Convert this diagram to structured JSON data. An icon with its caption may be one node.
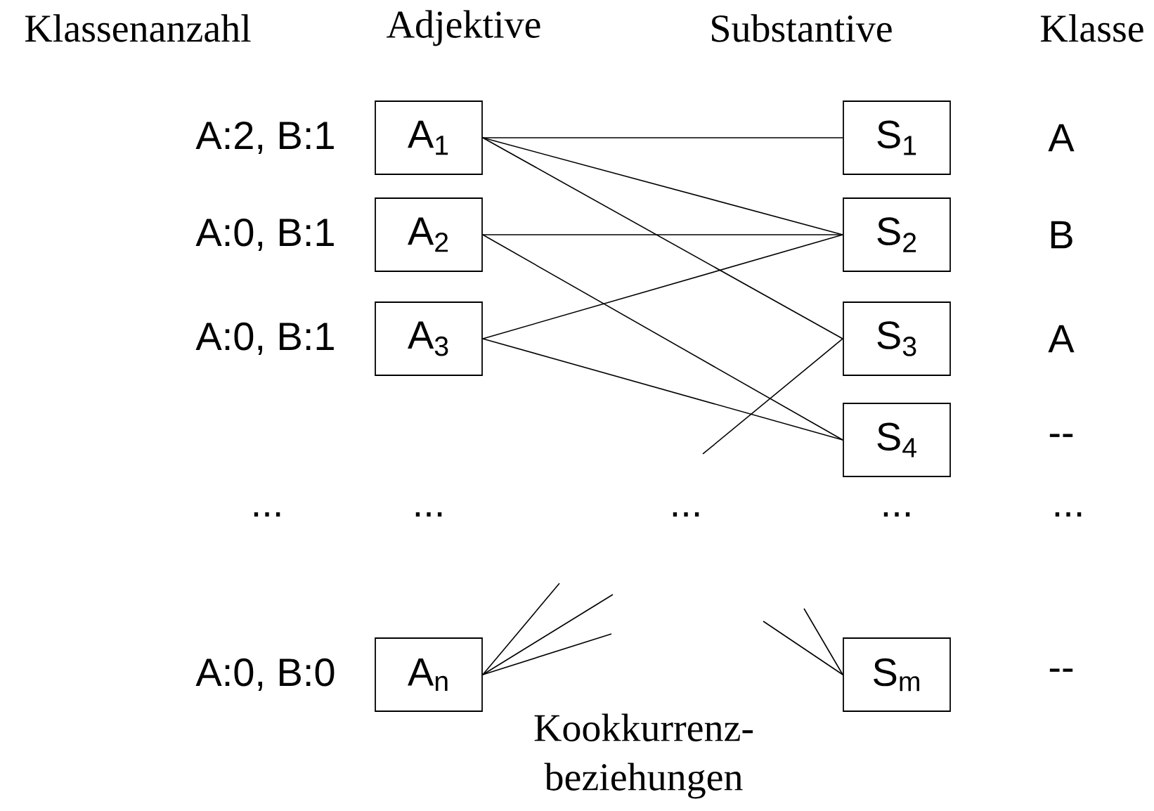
{
  "diagram": {
    "nodes": [
      {
        "text": [
          "A$_{1}$"
        ]
      },
      {
        "text": [
          "A$_{2}$"
        ]
      },
      {
        "text": [
          "A$_{3}$"
        ]
      },
      {
        "text": [
          "A$_{n}$"
        ]
      },
      {
        "text": [
          "S$_{1}$"
        ]
      },
      {
        "text": [
          "S$_{2}$"
        ]
      },
      {
        "text": [
          "S$_{3}$"
        ]
      },
      {
        "text": [
          "S$_{4}$"
        ]
      },
      {
        "text": [
          "S$_{m}$"
        ]
      }
    ],
    "edges": [
      {
        "from": 0,
        "to": 4,
        "arrow": "none"
      },
      {
        "from": 0,
        "to": 5,
        "arrow": "none"
      },
      {
        "from": 0,
        "to": 6,
        "arrow": "none"
      },
      {
        "from": 1,
        "to": 5,
        "arrow": "none"
      },
      {
        "from": 1,
        "to": 7,
        "arrow": "none"
      },
      {
        "from": 2,
        "to": 5,
        "arrow": "none"
      },
      {
        "from": 2,
        "to": 7,
        "arrow": "none"
      },
      {
        "from": 6,
        "to": null,
        "arrow": "none"
      },
      {
        "from": 3,
        "to": null,
        "arrow": "none"
      },
      {
        "from": 3,
        "to": null,
        "arrow": "none"
      },
      {
        "from": 3,
        "to": null,
        "arrow": "none"
      },
      {
        "from": 8,
        "to": null,
        "arrow": "none"
      },
      {
        "from": 8,
        "to": null,
        "arrow": "none"
      }
    ],
    "labels": [
      "Klassenanzahl",
      "Adjektive",
      "Substantive",
      "Klasse",
      "A:2, B:1",
      "A",
      "A:0, B:1",
      "B",
      "A:0, B:1",
      "A",
      "--",
      "...",
      "...",
      "...",
      "...",
      "...",
      "A:0, B:0",
      "--",
      "Kookkurrenz- beziehungen"
    ]
  }
}
